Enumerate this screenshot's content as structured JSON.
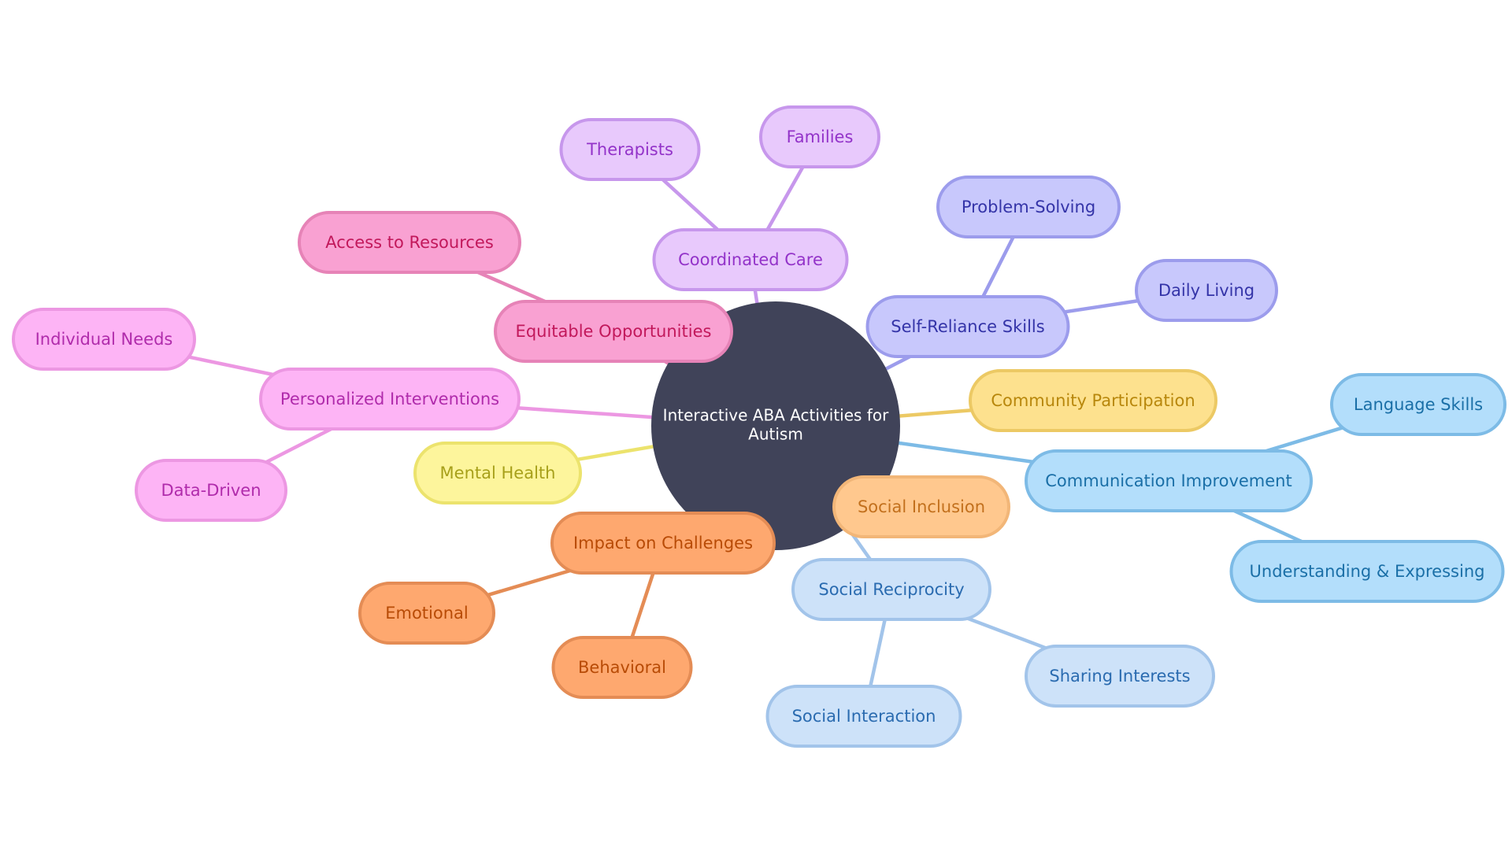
{
  "diagram": {
    "center": {
      "label": [
        "Interactive ABA Activities for",
        "Autism"
      ],
      "fill": "#404359",
      "text_color": "#ffffff"
    },
    "branches": [
      {
        "id": "coordinated-care",
        "label": "Coordinated Care",
        "fill": "#e8c9fc",
        "stroke": "#c797ec",
        "text": "#9333c9",
        "children": [
          {
            "id": "therapists",
            "label": "Therapists"
          },
          {
            "id": "families",
            "label": "Families"
          }
        ]
      },
      {
        "id": "equitable-opportunities",
        "label": "Equitable Opportunities",
        "fill": "#f9a1d2",
        "stroke": "#e683b7",
        "text": "#c2185b",
        "children": [
          {
            "id": "access-to-resources",
            "label": "Access to Resources"
          }
        ]
      },
      {
        "id": "personalized-interventions",
        "label": "Personalized Interventions",
        "fill": "#fdb4f5",
        "stroke": "#ec97e2",
        "text": "#b02bab",
        "children": [
          {
            "id": "individual-needs",
            "label": "Individual Needs"
          },
          {
            "id": "data-driven",
            "label": "Data-Driven"
          }
        ]
      },
      {
        "id": "mental-health",
        "label": "Mental Health",
        "fill": "#fdf59c",
        "stroke": "#ece36d",
        "text": "#a7a01a",
        "children": []
      },
      {
        "id": "impact-on-challenges",
        "label": "Impact on Challenges",
        "fill": "#fea86f",
        "stroke": "#e48c55",
        "text": "#b84b06",
        "children": [
          {
            "id": "emotional",
            "label": "Emotional"
          },
          {
            "id": "behavioral",
            "label": "Behavioral"
          }
        ]
      },
      {
        "id": "social-inclusion",
        "label": "Social Inclusion",
        "fill": "#ffc88e",
        "stroke": "#f2b678",
        "text": "#c2701d",
        "children": []
      },
      {
        "id": "social-reciprocity",
        "label": "Social Reciprocity",
        "fill": "#cde2f9",
        "stroke": "#a2c4ea",
        "text": "#2a6bb0",
        "children": [
          {
            "id": "sharing-interests",
            "label": "Sharing Interests"
          },
          {
            "id": "social-interaction",
            "label": "Social Interaction"
          }
        ]
      },
      {
        "id": "communication-improvement",
        "label": "Communication Improvement",
        "fill": "#b3defb",
        "stroke": "#7dbbe6",
        "text": "#1a6fa7",
        "children": [
          {
            "id": "language-skills",
            "label": "Language Skills"
          },
          {
            "id": "understanding-expressing",
            "label": "Understanding & Expressing"
          }
        ]
      },
      {
        "id": "community-participation",
        "label": "Community Participation",
        "fill": "#fde18e",
        "stroke": "#ecc964",
        "text": "#b8870c",
        "children": []
      },
      {
        "id": "self-reliance-skills",
        "label": "Self-Reliance Skills",
        "fill": "#c8c8fc",
        "stroke": "#9c9cec",
        "text": "#3434a8",
        "children": [
          {
            "id": "problem-solving",
            "label": "Problem-Solving"
          },
          {
            "id": "daily-living",
            "label": "Daily Living"
          }
        ]
      }
    ]
  }
}
